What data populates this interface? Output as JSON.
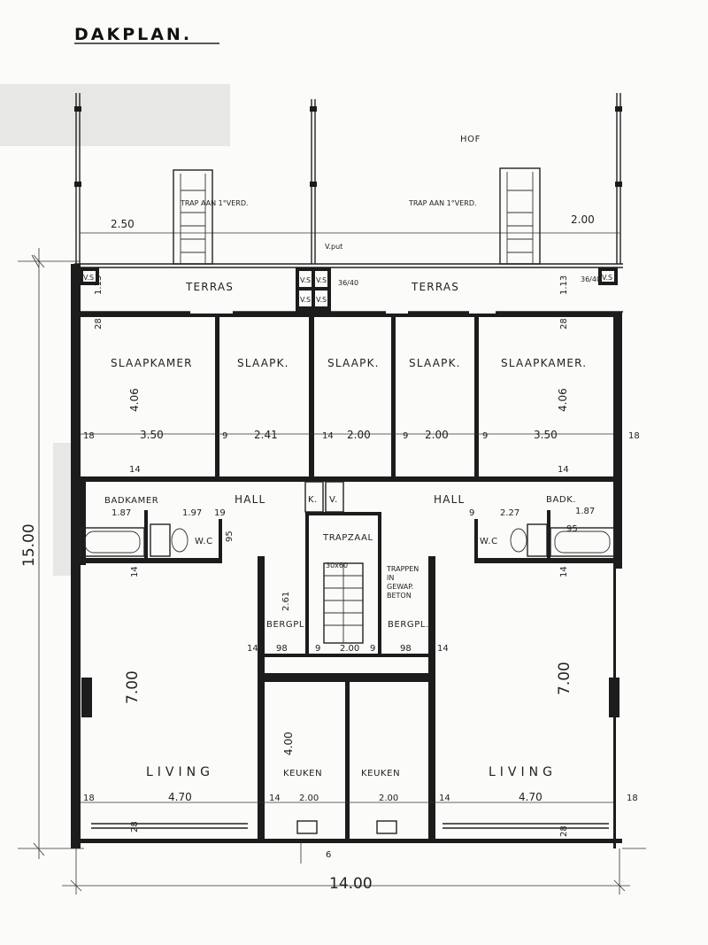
{
  "title": "DAKPLAN.",
  "labels": {
    "hof": "HOF",
    "trap_left": "TRAP AAN 1°VERD.",
    "trap_right": "TRAP AAN 1°VERD.",
    "terras_left": "TERRAS",
    "terras_right": "TERRAS",
    "vput": "V.put",
    "vs": "V.S",
    "slaapkamer_left": "SLAAPKAMER",
    "slaapk_2": "SLAAPK.",
    "slaapk_3": "SLAAPK.",
    "slaapk_4": "SLAAPK.",
    "slaapkamer_right": "SLAAPKAMER.",
    "hall_left": "HALL",
    "hall_right": "HALL",
    "k": "K.",
    "v": "V.",
    "badkamer": "BADKAMER",
    "badk": "BADK.",
    "wc_left": "W.C",
    "wc_right": "W.C",
    "trapzaal": "TRAPZAAL",
    "trappen_1": "TRAPPEN",
    "trappen_2": "IN",
    "trappen_3": "GEWAP.",
    "trappen_4": "BETON",
    "bergpl_left": "BERGPL",
    "bergpl_right": "BERGPL.",
    "living_left": "LIVING",
    "living_right": "LIVING",
    "keuken_left": "KEUKEN",
    "keuken_right": "KEUKEN"
  },
  "dimensions": {
    "d_250": "2.50",
    "d_200_top": "2.00",
    "d_113_left": "1.13",
    "d_113_right": "1.13",
    "d_28_left": "28",
    "d_28_right": "28",
    "d_3640": "36/40",
    "d_3640_right": "36/40",
    "d_406_left": "4.06",
    "d_406_right": "4.06",
    "d_18_a": "18",
    "d_350_left": "3.50",
    "d_9_a": "9",
    "d_241": "2.41",
    "d_14_a": "14",
    "d_200_a": "2.00",
    "d_9_b": "9",
    "d_200_b": "2.00",
    "d_9_c": "9",
    "d_350_right": "3.50",
    "d_18_b": "18",
    "d_14_b": "14",
    "d_14_c": "14",
    "d_187_left": "1.87",
    "d_197": "1.97",
    "d_19": "19",
    "d_95_left": "95",
    "d_227": "2.27",
    "d_187_right": "1.87",
    "d_95_right": "95",
    "d_9_plus": "9",
    "d_1500": "15.00",
    "d_14_d": "14",
    "d_14_e": "14",
    "d_261": "2.61",
    "d_3060": "30x60",
    "d_14_f": "14",
    "d_98_left": "98",
    "d_9_d": "9",
    "d_200_c": "2.00",
    "d_9_e": "9",
    "d_98_right": "98",
    "d_14_g": "14",
    "d_700_left": "7.00",
    "d_700_right": "7.00",
    "d_400": "4.00",
    "d_18_c": "18",
    "d_470_left": "4.70",
    "d_14_h": "14",
    "d_200_d": "2.00",
    "d_200_e": "2.00",
    "d_14_i": "14",
    "d_470_right": "4.70",
    "d_18_d": "18",
    "d_28_b": "28",
    "d_28_c": "28",
    "d_6": "6",
    "d_1400": "14.00"
  }
}
